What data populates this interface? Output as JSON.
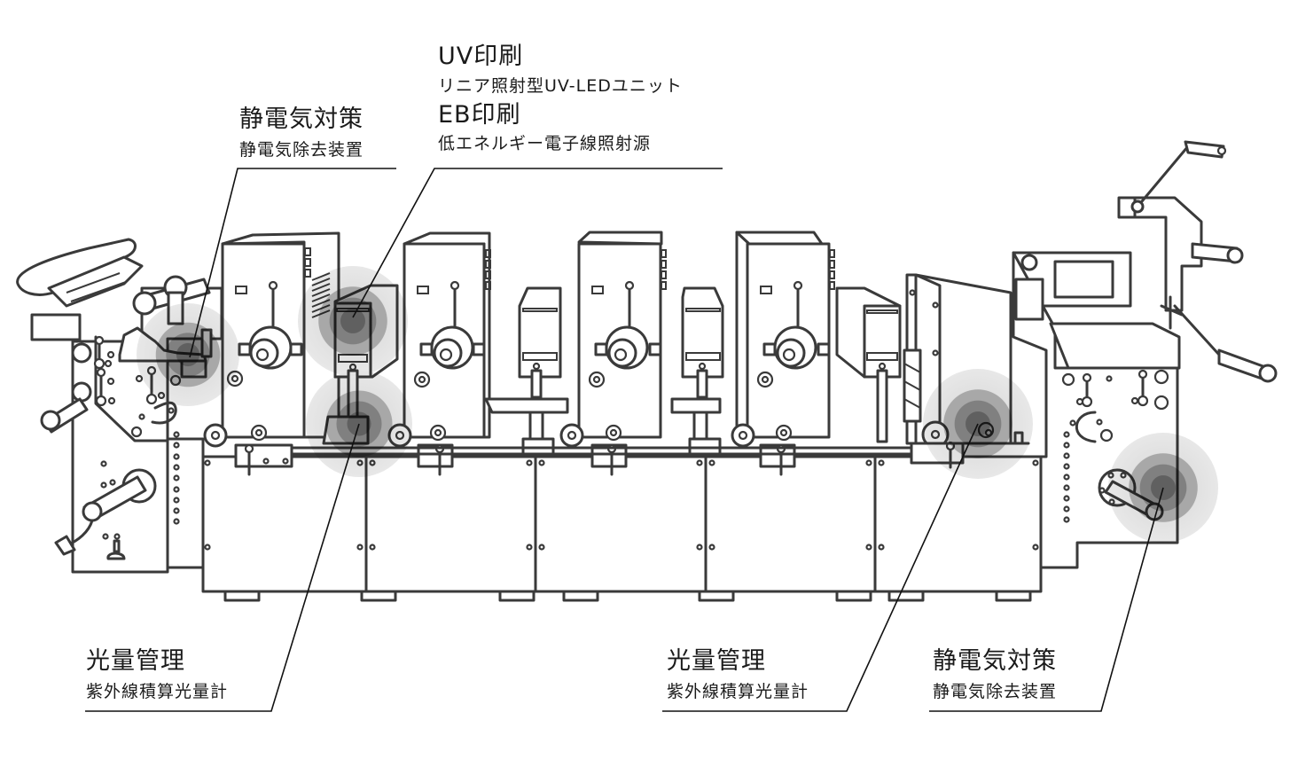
{
  "diagram": {
    "subject": "label printing machine with optional units",
    "hotspot_color": "#555555",
    "line_color": "#3a3a3a",
    "callouts": [
      {
        "id": "uv-eb",
        "title": "UV印刷",
        "subtitle": "リニア照射型UV-LEDユニット",
        "title2": "EB印刷",
        "subtitle2": "低エネルギー電子線照射源"
      },
      {
        "id": "static-top",
        "title": "静電気対策",
        "subtitle": "静電気除去装置"
      },
      {
        "id": "light-left",
        "title": "光量管理",
        "subtitle": "紫外線積算光量計"
      },
      {
        "id": "light-right",
        "title": "光量管理",
        "subtitle": "紫外線積算光量計"
      },
      {
        "id": "static-bottom",
        "title": "静電気対策",
        "subtitle": "静電気除去装置"
      }
    ]
  }
}
